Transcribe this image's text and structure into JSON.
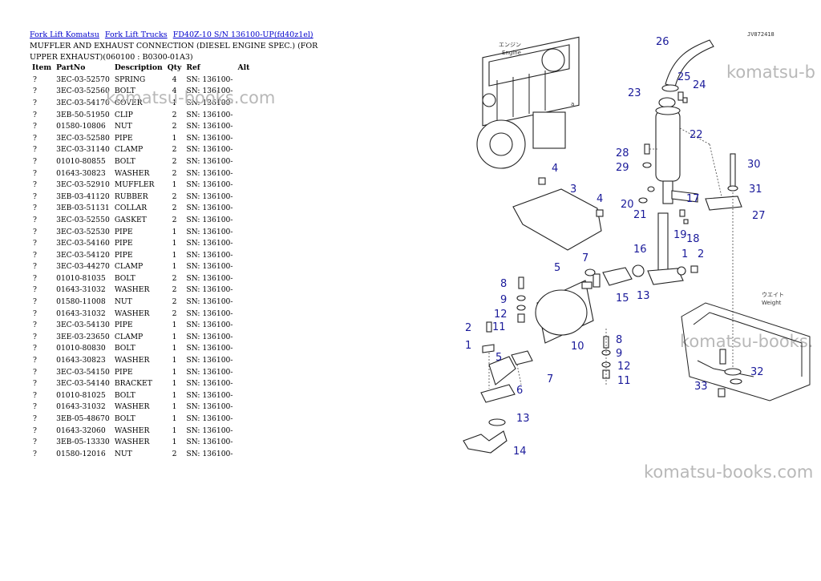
{
  "breadcrumb": [
    "Fork Lift Komatsu",
    "Fork Lift Trucks",
    "FD40Z-10 S/N 136100-UP(fd40z1el)"
  ],
  "title": "MUFFLER AND EXHAUST CONNECTION (DIESEL ENGINE SPEC.) (FOR UPPER EXHAUST)(060100 : B0300-01A3)",
  "columns": [
    "Item",
    "PartNo",
    "Description",
    "Qty",
    "Ref",
    "Alt"
  ],
  "parts": [
    {
      "item": "?",
      "partno": "3EC-03-52570",
      "desc": "SPRING",
      "qty": "4",
      "ref": "SN: 136100-"
    },
    {
      "item": "?",
      "partno": "3EC-03-52560",
      "desc": "BOLT",
      "qty": "4",
      "ref": "SN: 136100-"
    },
    {
      "item": "?",
      "partno": "3EC-03-54170",
      "desc": "COVER",
      "qty": "1",
      "ref": "SN: 136100-"
    },
    {
      "item": "?",
      "partno": "3EB-50-51950",
      "desc": "CLIP",
      "qty": "2",
      "ref": "SN: 136100-"
    },
    {
      "item": "?",
      "partno": "01580-10806",
      "desc": "NUT",
      "qty": "2",
      "ref": "SN: 136100-"
    },
    {
      "item": "?",
      "partno": "3EC-03-52580",
      "desc": "PIPE",
      "qty": "1",
      "ref": "SN: 136100-"
    },
    {
      "item": "?",
      "partno": "3EC-03-31140",
      "desc": "CLAMP",
      "qty": "2",
      "ref": "SN: 136100-"
    },
    {
      "item": "?",
      "partno": "01010-80855",
      "desc": "BOLT",
      "qty": "2",
      "ref": "SN: 136100-"
    },
    {
      "item": "?",
      "partno": "01643-30823",
      "desc": "WASHER",
      "qty": "2",
      "ref": "SN: 136100-"
    },
    {
      "item": "?",
      "partno": "3EC-03-52910",
      "desc": "MUFFLER",
      "qty": "1",
      "ref": "SN: 136100-"
    },
    {
      "item": "?",
      "partno": "3EB-03-41120",
      "desc": "RUBBER",
      "qty": "2",
      "ref": "SN: 136100-"
    },
    {
      "item": "?",
      "partno": "3EB-03-51131",
      "desc": "COLLAR",
      "qty": "2",
      "ref": "SN: 136100-"
    },
    {
      "item": "?",
      "partno": "3EC-03-52550",
      "desc": "GASKET",
      "qty": "2",
      "ref": "SN: 136100-"
    },
    {
      "item": "?",
      "partno": "3EC-03-52530",
      "desc": "PIPE",
      "qty": "1",
      "ref": "SN: 136100-"
    },
    {
      "item": "?",
      "partno": "3EC-03-54160",
      "desc": "PIPE",
      "qty": "1",
      "ref": "SN: 136100-"
    },
    {
      "item": "?",
      "partno": "3EC-03-54120",
      "desc": "PIPE",
      "qty": "1",
      "ref": "SN: 136100-"
    },
    {
      "item": "?",
      "partno": "3EC-03-44270",
      "desc": "CLAMP",
      "qty": "1",
      "ref": "SN: 136100-"
    },
    {
      "item": "?",
      "partno": "01010-81035",
      "desc": "BOLT",
      "qty": "2",
      "ref": "SN: 136100-"
    },
    {
      "item": "?",
      "partno": "01643-31032",
      "desc": "WASHER",
      "qty": "2",
      "ref": "SN: 136100-"
    },
    {
      "item": "?",
      "partno": "01580-11008",
      "desc": "NUT",
      "qty": "2",
      "ref": "SN: 136100-"
    },
    {
      "item": "?",
      "partno": "01643-31032",
      "desc": "WASHER",
      "qty": "2",
      "ref": "SN: 136100-"
    },
    {
      "item": "?",
      "partno": "3EC-03-54130",
      "desc": "PIPE",
      "qty": "1",
      "ref": "SN: 136100-"
    },
    {
      "item": "?",
      "partno": "3EE-03-23650",
      "desc": "CLAMP",
      "qty": "1",
      "ref": "SN: 136100-"
    },
    {
      "item": "?",
      "partno": "01010-80830",
      "desc": "BOLT",
      "qty": "1",
      "ref": "SN: 136100-"
    },
    {
      "item": "?",
      "partno": "01643-30823",
      "desc": "WASHER",
      "qty": "1",
      "ref": "SN: 136100-"
    },
    {
      "item": "?",
      "partno": "3EC-03-54150",
      "desc": "PIPE",
      "qty": "1",
      "ref": "SN: 136100-"
    },
    {
      "item": "?",
      "partno": "3EC-03-54140",
      "desc": "BRACKET",
      "qty": "1",
      "ref": "SN: 136100-"
    },
    {
      "item": "?",
      "partno": "01010-81025",
      "desc": "BOLT",
      "qty": "1",
      "ref": "SN: 136100-"
    },
    {
      "item": "?",
      "partno": "01643-31032",
      "desc": "WASHER",
      "qty": "1",
      "ref": "SN: 136100-"
    },
    {
      "item": "?",
      "partno": "3EB-05-48670",
      "desc": "BOLT",
      "qty": "1",
      "ref": "SN: 136100-"
    },
    {
      "item": "?",
      "partno": "01643-32060",
      "desc": "WASHER",
      "qty": "1",
      "ref": "SN: 136100-"
    },
    {
      "item": "?",
      "partno": "3EB-05-13330",
      "desc": "WASHER",
      "qty": "1",
      "ref": "SN: 136100-"
    },
    {
      "item": "?",
      "partno": "01580-12016",
      "desc": "NUT",
      "qty": "2",
      "ref": "SN: 136100-"
    }
  ],
  "watermark": "komatsu-books.com",
  "watermark_cut": "komatsu-b",
  "watermark_cut2": "komatsu-books.",
  "diagram": {
    "code": "JV872418",
    "engine_label_jp": "エンジン",
    "engine_label": "Engine",
    "weight_label_jp": "ウエイト",
    "weight_label": "Weight",
    "marker": "a",
    "numbers": [
      "26",
      "25",
      "24",
      "23",
      "22",
      "28",
      "29",
      "30",
      "31",
      "27",
      "4",
      "3",
      "4",
      "20",
      "21",
      "17",
      "19",
      "18",
      "16",
      "1",
      "2",
      "5",
      "7",
      "15",
      "13",
      "8",
      "9",
      "12",
      "2",
      "11",
      "10",
      "8",
      "9",
      "12",
      "11",
      "1",
      "5",
      "7",
      "6",
      "13",
      "14",
      "32",
      "33"
    ]
  }
}
